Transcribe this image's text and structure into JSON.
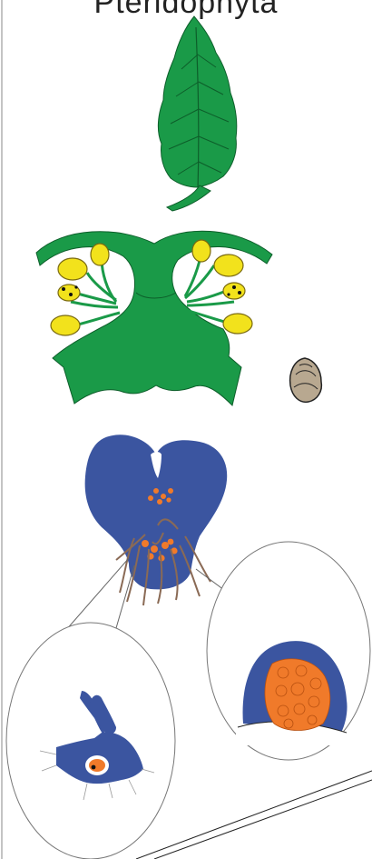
{
  "title": "Pteridophyta",
  "colors": {
    "frond": "#1a9a48",
    "frond_dark": "#0d5e2a",
    "sporangium": "#f2e21c",
    "sporangium_outline": "#7a6a10",
    "gametophyte": "#3b55a0",
    "spores": "#f07a2a",
    "rhizoids": "#8a6a55",
    "spore_grain": "#b8a890",
    "outline": "#222222",
    "guide_line": "#666666"
  },
  "stages": [
    {
      "id": "frond",
      "icon": "fern-frond-icon"
    },
    {
      "id": "sorus",
      "icon": "sorus-cross-section-icon"
    },
    {
      "id": "spore",
      "icon": "spore-icon"
    },
    {
      "id": "prothallus",
      "icon": "prothallus-gametophyte-icon"
    },
    {
      "id": "antheridium",
      "icon": "antheridium-detail-icon"
    },
    {
      "id": "archegonium",
      "icon": "archegonium-detail-icon"
    }
  ]
}
